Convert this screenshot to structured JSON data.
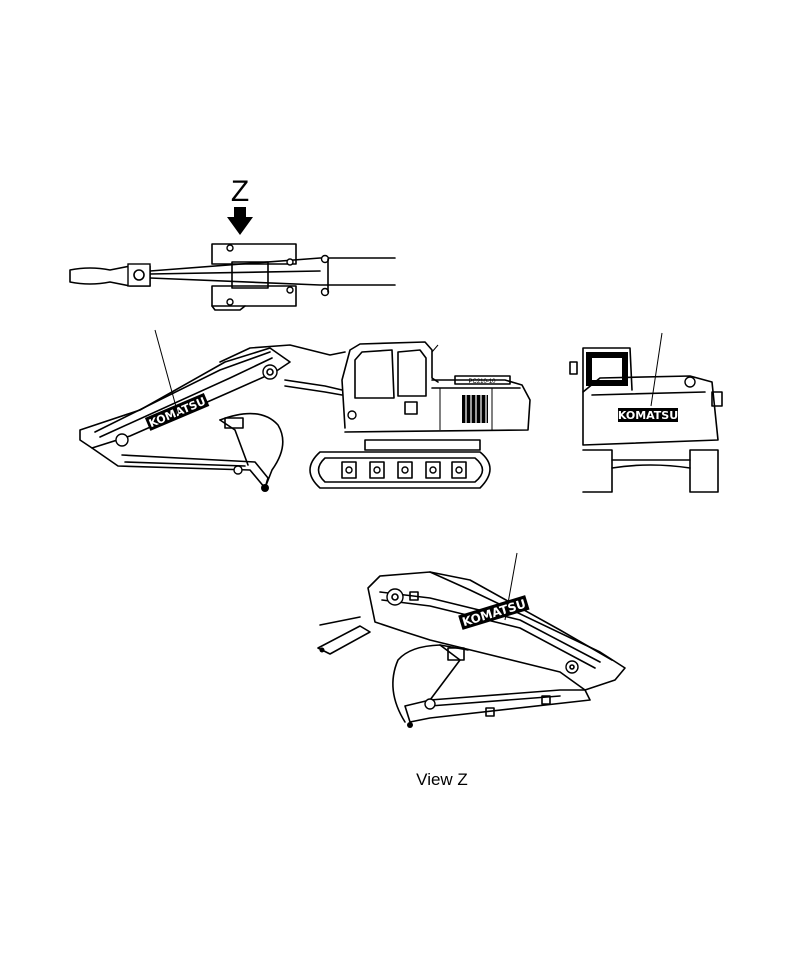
{
  "diagram": {
    "view_marker": "Z",
    "view_caption": "View Z",
    "brand_logo": "KOMATSU",
    "model_plate": "PC210-10",
    "colors": {
      "line": "#000000",
      "background": "#ffffff",
      "logo_bg": "#000000",
      "logo_text": "#ffffff"
    }
  }
}
